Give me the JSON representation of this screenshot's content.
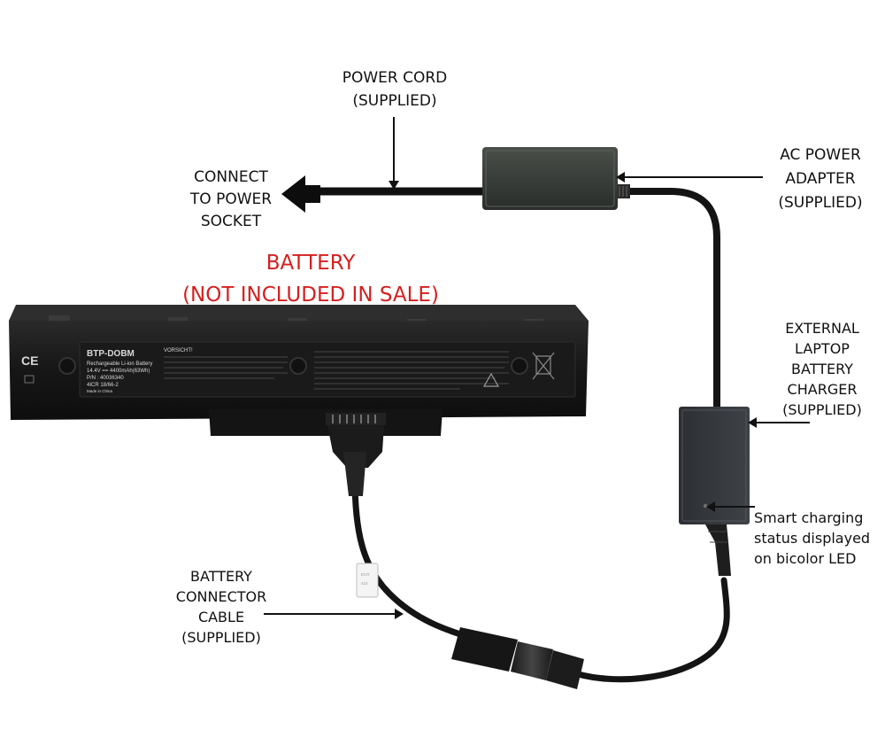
{
  "labels": {
    "power_cord": [
      "POWER CORD",
      "(SUPPLIED)"
    ],
    "connect": [
      "CONNECT",
      "TO POWER",
      "SOCKET"
    ],
    "ac_adapter": [
      "AC POWER",
      "ADAPTER",
      "(SUPPLIED)"
    ],
    "battery_note": [
      "BATTERY",
      "(NOT INCLUDED IN SALE)"
    ],
    "external_charger": [
      "EXTERNAL",
      "LAPTOP",
      "BATTERY",
      "CHARGER",
      "(SUPPLIED)"
    ],
    "smart_charging": [
      "Smart charging",
      "status displayed",
      "on bicolor LED"
    ],
    "connector_cable": [
      "BATTERY",
      "CONNECTOR",
      "CABLE",
      "(SUPPLIED)"
    ]
  },
  "battery": {
    "model": "BTP-DOBM",
    "line1": "Rechargeable Li-ion Battery",
    "line2": "14.4V == 4400mAh(63Wh)",
    "line3": "P/N : 40036340",
    "line4": "4ICR 18/66-2",
    "line5": "Made in China",
    "warning_title": "VORSICHT!",
    "ce_mark": "CE"
  },
  "cable_tag": [
    "ECR",
    "410"
  ],
  "colors": {
    "label_text": "#111111",
    "battery_note": "#d42020",
    "cable": "#141414",
    "adapter_body": "#3c403c",
    "battery_body": "#1c1c1c"
  }
}
